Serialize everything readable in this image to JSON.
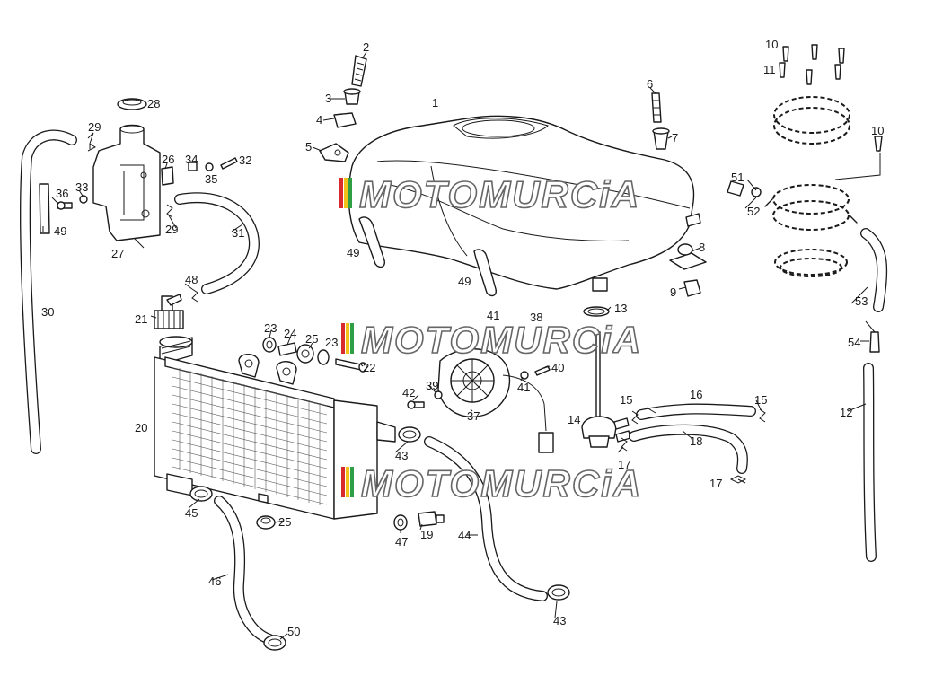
{
  "watermark": "MOTOMURCiA",
  "stripe_colors": [
    "#d92b2b",
    "#f2c21b",
    "#2f9e44"
  ],
  "labels": {
    "n1": "1",
    "n2": "2",
    "n3": "3",
    "n4": "4",
    "n5": "5",
    "n6": "6",
    "n7": "7",
    "n8": "8",
    "n9": "9",
    "n10a": "10",
    "n10b": "10",
    "n11": "11",
    "n12": "12",
    "n13": "13",
    "n14": "14",
    "n15a": "15",
    "n15b": "15",
    "n16": "16",
    "n17a": "17",
    "n17b": "17",
    "n18": "18",
    "n19": "19",
    "n20": "20",
    "n21": "21",
    "n22": "22",
    "n23a": "23",
    "n23b": "23",
    "n24": "24",
    "n25a": "25",
    "n25b": "25",
    "n26": "26",
    "n27": "27",
    "n28": "28",
    "n29a": "29",
    "n29b": "29",
    "n30": "30",
    "n31": "31",
    "n32": "32",
    "n33": "33",
    "n34": "34",
    "n35": "35",
    "n36": "36",
    "n37": "37",
    "n38": "38",
    "n39": "39",
    "n40": "40",
    "n41a": "41",
    "n41b": "41",
    "n42": "42",
    "n43a": "43",
    "n43b": "43",
    "n44": "44",
    "n45": "45",
    "n46": "46",
    "n47": "47",
    "n48": "48",
    "n49a": "49",
    "n49b": "49",
    "n49c": "49",
    "n50": "50",
    "n51": "51",
    "n52": "52",
    "n53": "53",
    "n54": "54"
  }
}
